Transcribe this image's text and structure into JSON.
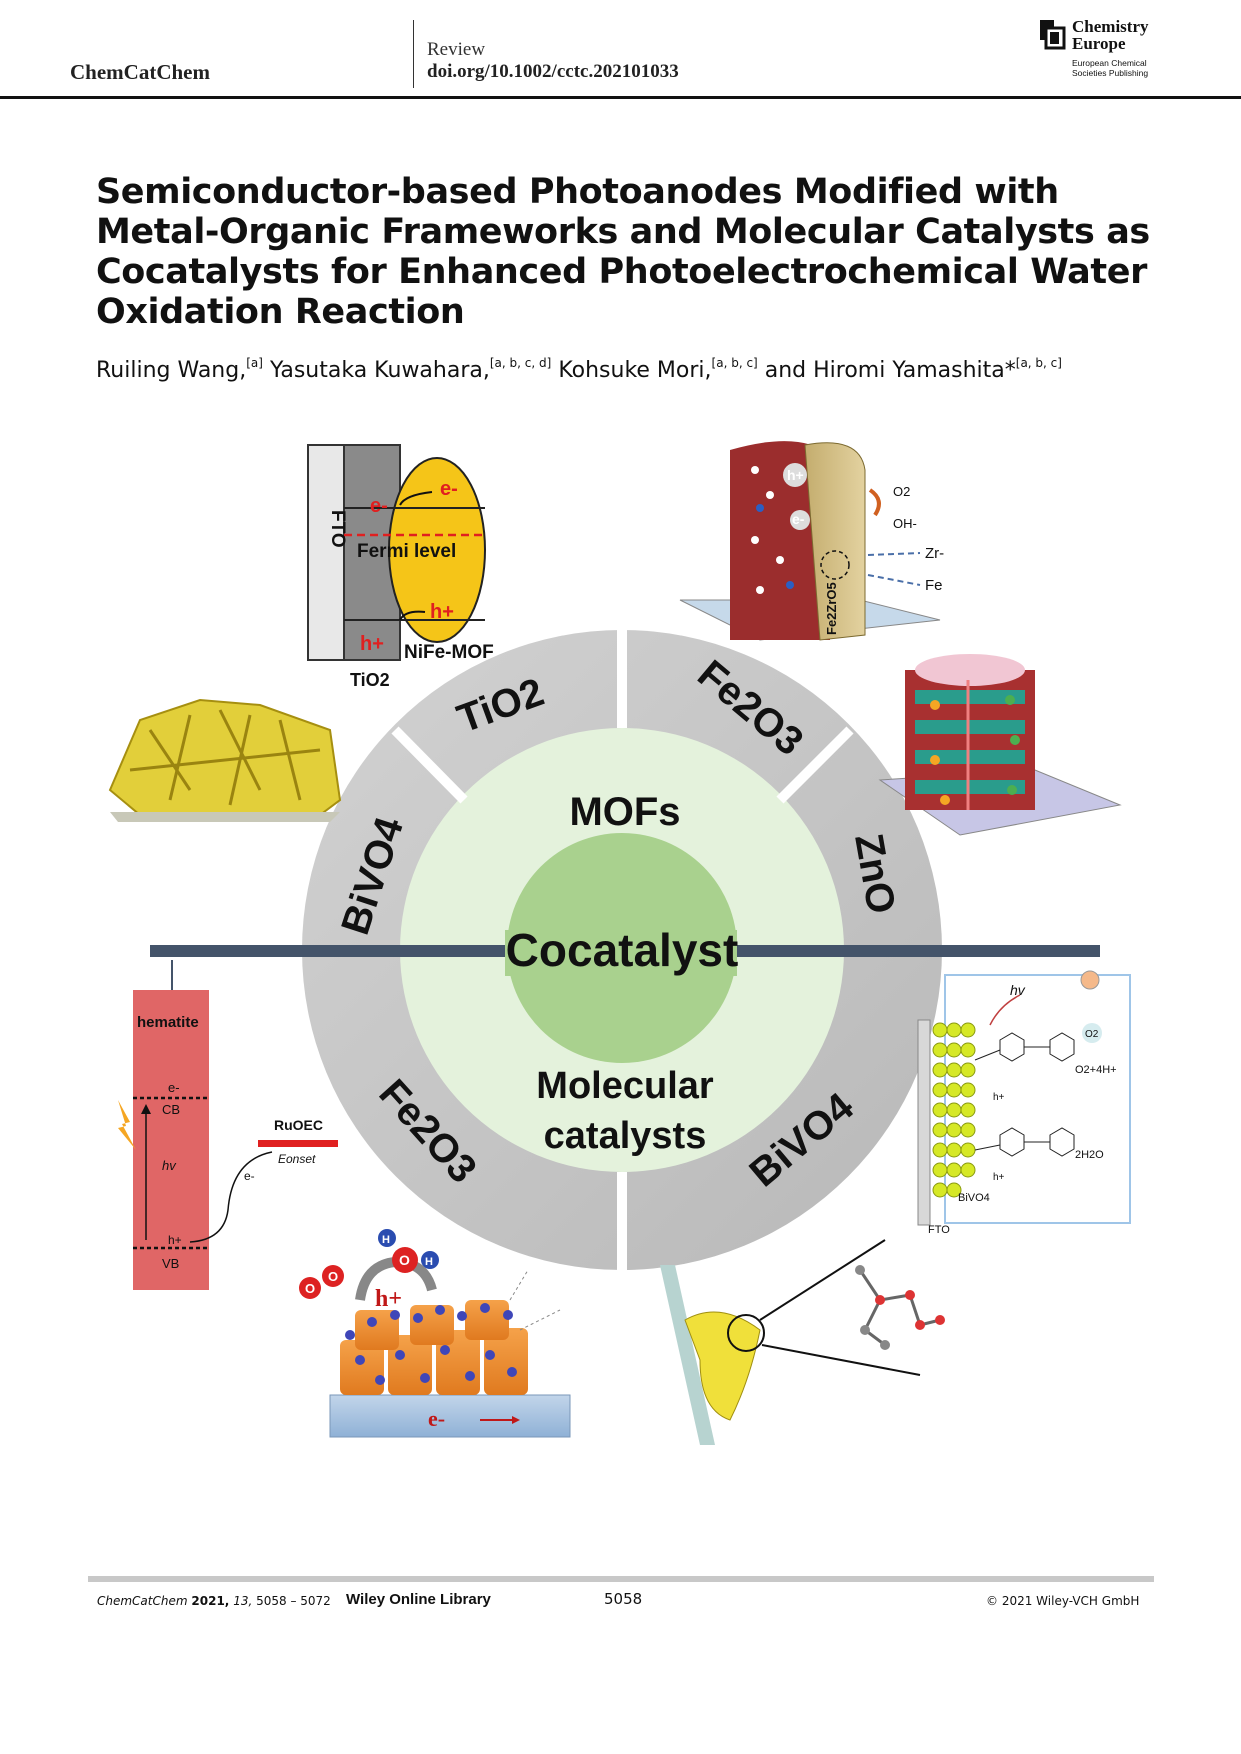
{
  "header": {
    "journal": "ChemCatChem",
    "article_type": "Review",
    "doi": "doi.org/10.1002/cctc.202101033",
    "publisher": {
      "name_line1": "Chemistry",
      "name_line2": "Europe",
      "sub_line1": "European Chemical",
      "sub_line2": "Societies Publishing"
    }
  },
  "article": {
    "title": "Semiconductor-based Photoanodes Modified with Metal-Organic Frameworks and Molecular Catalysts as Cocatalysts for Enhanced Photoelectrochemical Water Oxidation Reaction",
    "authors": [
      {
        "name": "Ruiling Wang,",
        "aff": "[a]"
      },
      {
        "name": "Yasutaka Kuwahara,",
        "aff": "[a, b, c, d]"
      },
      {
        "name": "Kohsuke Mori,",
        "aff": "[a, b, c]"
      },
      {
        "name": "and Hiromi Yamashita*",
        "aff": "[a, b, c]"
      }
    ]
  },
  "figure": {
    "center": "Cocatalyst",
    "upper_label": "MOFs",
    "lower_label_1": "Molecular",
    "lower_label_2": "catalysts",
    "segments": {
      "tio2": "TiO2",
      "fe2o3_top": "Fe2O3",
      "zno": "ZnO",
      "bivo4_left": "BiVO4",
      "fe2o3_bottom": "Fe2O3",
      "bivo4_right": "BiVO4"
    },
    "panel_tio2": {
      "fto": "FTO",
      "e_minus": "e-",
      "fermi": "Fermi level",
      "h_plus": "h+",
      "mof": "NiFe-MOF",
      "substrate": "TiO2"
    },
    "panel_fe2o3_mof": {
      "h_plus": "h+",
      "e_minus": "e-",
      "o2": "O2",
      "oh": "OH-",
      "zr": "Zr-",
      "fe": "Fe",
      "phase": "Fe2ZrO5"
    },
    "panel_hematite": {
      "label": "hematite",
      "e": "e-",
      "cb": "CB",
      "hv": "hv",
      "h": "h+",
      "vb": "VB",
      "ruoec": "RuOEC",
      "eonset": "Eonset",
      "e_transfer": "e-"
    },
    "panel_bivo4_mol": {
      "hv": "hv",
      "o2": "O2",
      "reaction": "O2+4H+",
      "water": "2H2O",
      "h1": "h+",
      "h2": "h+",
      "bivo4": "BiVO4",
      "fto": "FTO"
    },
    "panel_fe2o3_mol": {
      "h_plus": "h+",
      "e_minus": "e-",
      "o": "O",
      "h": "H"
    }
  },
  "footer": {
    "citation_journal": "ChemCatChem",
    "citation_year": "2021,",
    "citation_volume": "13,",
    "citation_pages": "5058 – 5072",
    "library": "Wiley Online Library",
    "page": "5058",
    "copyright": "© 2021 Wiley-VCH GmbH"
  }
}
